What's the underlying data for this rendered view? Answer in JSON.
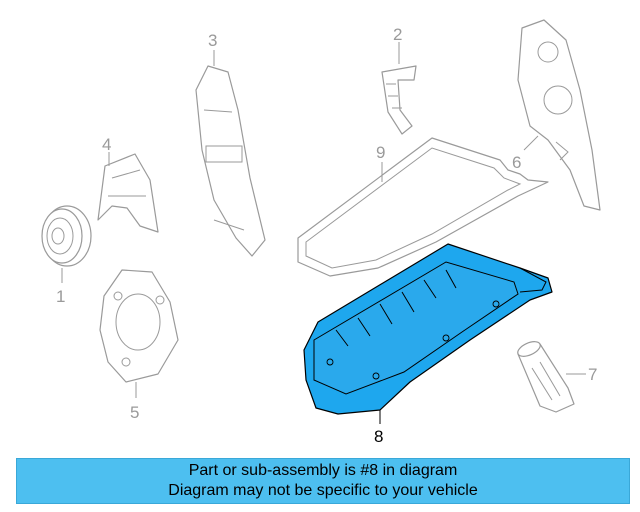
{
  "colors": {
    "highlight": "#1ea7ee",
    "ghost_stroke": "#9a9a9a",
    "banner_bg": "#4dbff0"
  },
  "callouts": {
    "c1": "1",
    "c2": "2",
    "c3": "3",
    "c4": "4",
    "c5": "5",
    "c6": "6",
    "c7": "7",
    "c8": "8",
    "c9": "9"
  },
  "highlighted_part": "8",
  "banner": {
    "line1": "Part or sub-assembly is #8 in diagram",
    "line2": "Diagram may not be specific to your vehicle"
  }
}
